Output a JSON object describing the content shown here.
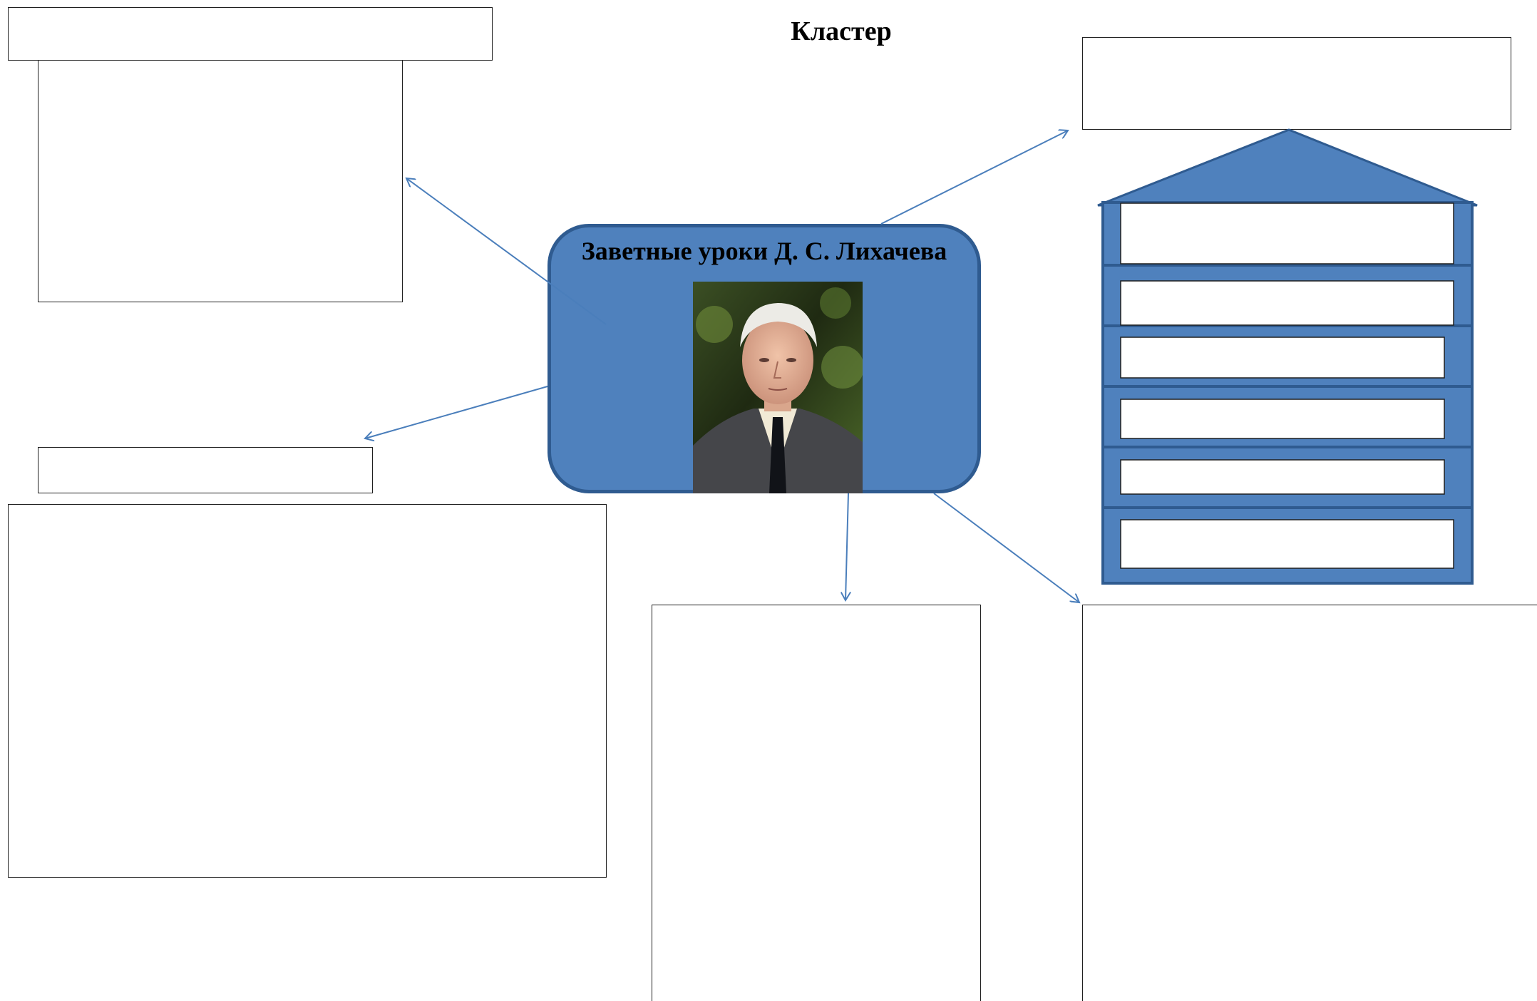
{
  "diagram": {
    "title": "Кластер",
    "center_label": "Заветные уроки Д. С. Лихачева",
    "center_image": "portrait-photo",
    "colors": {
      "node_fill": "#4f81bd",
      "node_border": "#2f5b90",
      "arrow": "#4a7ebb",
      "box_border": "#1f1f1f"
    },
    "empty_boxes": [
      {
        "name": "top-left-header-box"
      },
      {
        "name": "top-left-content-box"
      },
      {
        "name": "left-small-box"
      },
      {
        "name": "left-large-box"
      },
      {
        "name": "bottom-middle-box"
      },
      {
        "name": "bottom-right-box"
      },
      {
        "name": "top-right-box"
      }
    ],
    "house": {
      "floors": 6
    }
  }
}
